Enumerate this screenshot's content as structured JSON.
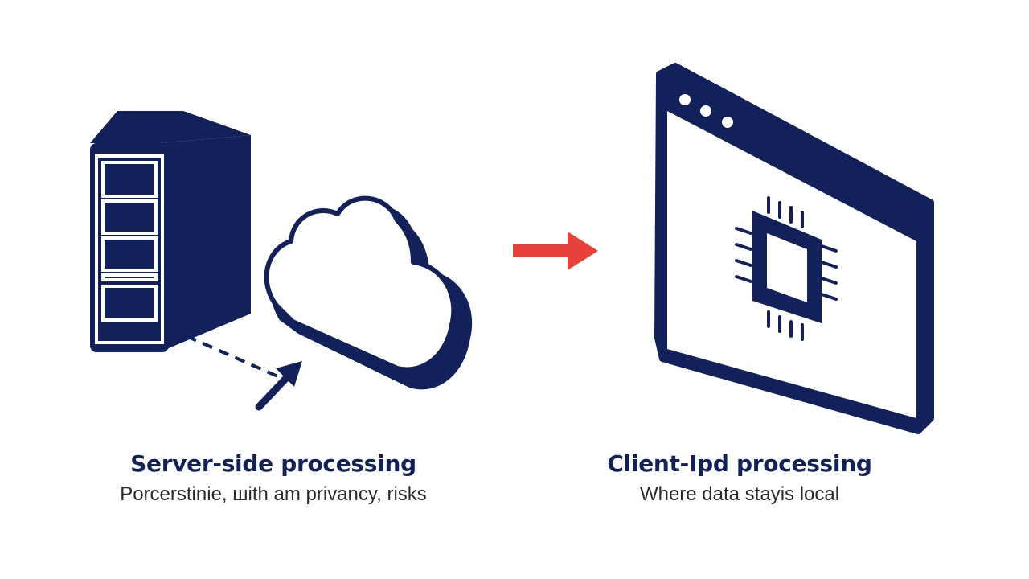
{
  "colors": {
    "navy": "#13215a",
    "accent_red": "#e8403a",
    "background": "#ffffff",
    "text_sub": "#2a2a2a"
  },
  "icons": {
    "server": "server-rack-icon",
    "cloud": "cloud-icon",
    "dashed_connector": "dashed-arrow-icon",
    "transition": "right-arrow-icon",
    "browser": "browser-window-icon",
    "chip": "cpu-chip-icon"
  },
  "left_panel": {
    "title": "Server-side processing",
    "subtitle": "Porcerstinie, шith am privancy, risks"
  },
  "right_panel": {
    "title": "Client-Ipd processing",
    "subtitle": "Where data staуis local"
  }
}
